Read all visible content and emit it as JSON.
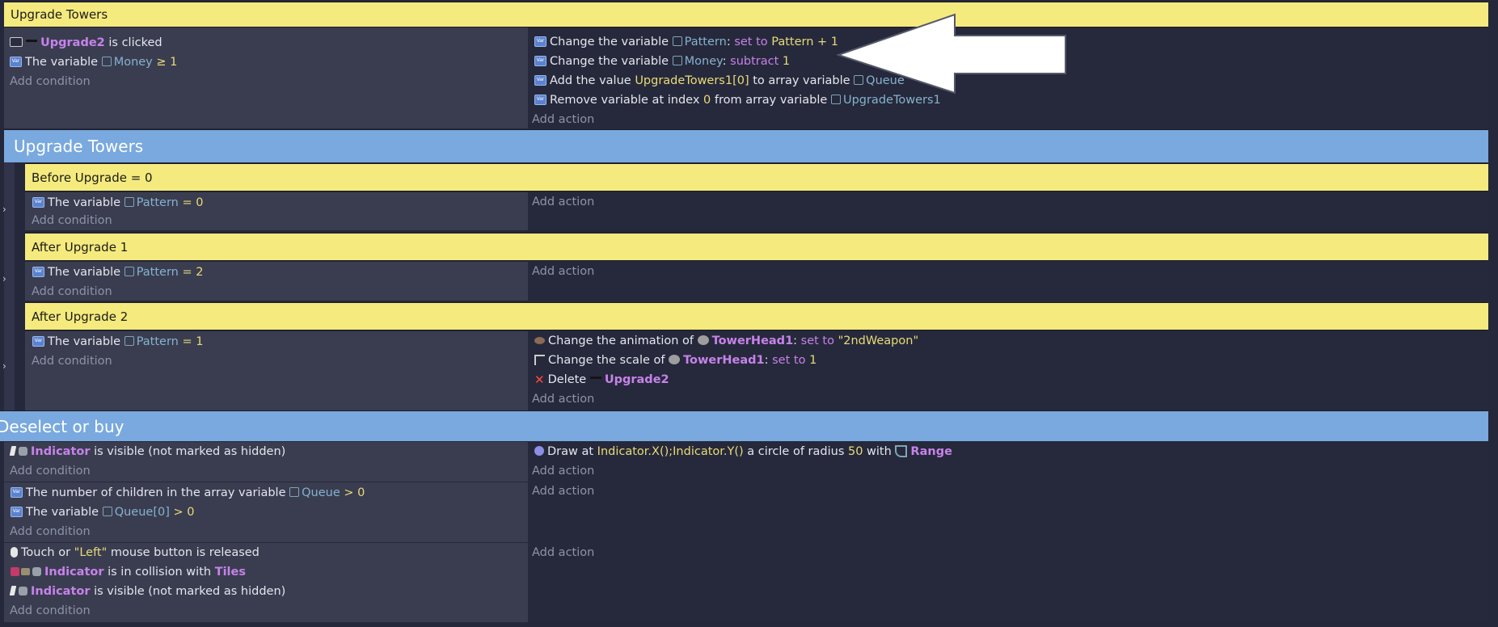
{
  "events": {
    "e1": {
      "title": "Upgrade Towers",
      "conditions": {
        "c1": {
          "object": "Upgrade2",
          "text": "is clicked"
        },
        "c2": {
          "text": "The variable",
          "var": "Money",
          "op": "≥",
          "value": "1"
        }
      },
      "actions": {
        "a1": {
          "text": "Change the variable",
          "var": "Pattern",
          "colon": ":",
          "op": "set to",
          "value": "Pattern + 1"
        },
        "a2": {
          "text": "Change the variable",
          "var": "Money",
          "colon": ":",
          "op": "subtract",
          "value": "1"
        },
        "a3": {
          "text1": "Add the value",
          "value": "UpgradeTowers1[0]",
          "text2": "to array variable",
          "var": "Queue"
        },
        "a4": {
          "text1": "Remove variable at index",
          "value": "0",
          "text2": "from array variable",
          "var": "UpgradeTowers1"
        }
      }
    },
    "group1": {
      "title": "Upgrade Towers",
      "sub1": {
        "title": "Before Upgrade = 0",
        "cond": {
          "text": "The variable",
          "var": "Pattern",
          "op": "=",
          "value": "0"
        }
      },
      "sub2": {
        "title": "After Upgrade 1",
        "cond": {
          "text": "The variable",
          "var": "Pattern",
          "op": "=",
          "value": "2"
        }
      },
      "sub3": {
        "title": "After Upgrade 2",
        "cond": {
          "text": "The variable",
          "var": "Pattern",
          "op": "=",
          "value": "1"
        },
        "actions": {
          "a1": {
            "text": "Change the animation of",
            "object": "TowerHead1",
            "colon": ":",
            "op": "set to",
            "value": "\"2ndWeapon\""
          },
          "a2": {
            "text": "Change the scale of",
            "object": "TowerHead1",
            "colon": ":",
            "op": "set to",
            "value": "1"
          },
          "a3": {
            "text": "Delete",
            "object": "Upgrade2"
          }
        }
      }
    },
    "group2": {
      "title": "Deselect or buy",
      "ev1": {
        "cond": {
          "object": "Indicator",
          "text": "is visible (not marked as hidden)"
        },
        "action": {
          "text1": "Draw at",
          "value1": "Indicator.X();Indicator.Y()",
          "text2": "a circle of radius",
          "value2": "50",
          "text3": "with",
          "object": "Range"
        }
      },
      "ev2": {
        "c1": {
          "text": "The number of children in the array variable",
          "var": "Queue",
          "op": ">",
          "value": "0"
        },
        "c2": {
          "text": "The variable",
          "var": "Queue[0]",
          "op": ">",
          "value": "0"
        }
      },
      "ev3": {
        "c1": {
          "text1": "Touch or",
          "value": "\"Left\"",
          "text2": "mouse button is released"
        },
        "c2": {
          "object": "Indicator",
          "text": "is in collision with",
          "object2": "Tiles"
        },
        "c3": {
          "object": "Indicator",
          "text": "is visible (not marked as hidden)"
        }
      }
    }
  },
  "labels": {
    "add_condition": "Add condition",
    "add_action": "Add action",
    "var_icon": "Var"
  },
  "icons": {
    "variable": "variable-icon",
    "mouse": "mouse-icon",
    "object": "object-icon",
    "visible": "visibility-icon",
    "circle": "circle-icon",
    "animation": "animation-icon",
    "scale": "scale-icon",
    "delete": "delete-x-icon",
    "touch": "touch-icon",
    "collision": "collision-icon",
    "range": "shape-painter-icon",
    "chevron": "chevron-right-icon",
    "arrow": "arrow-left-annotation"
  },
  "colors": {
    "background": "#25283a",
    "condition_bg": "#3a3d50",
    "comment_yellow": "#f5ea7d",
    "group_blue": "#79a9de",
    "object_purple": "#c782ea",
    "variable_blue": "#86b2cf",
    "value_yellow": "#e8db78"
  }
}
